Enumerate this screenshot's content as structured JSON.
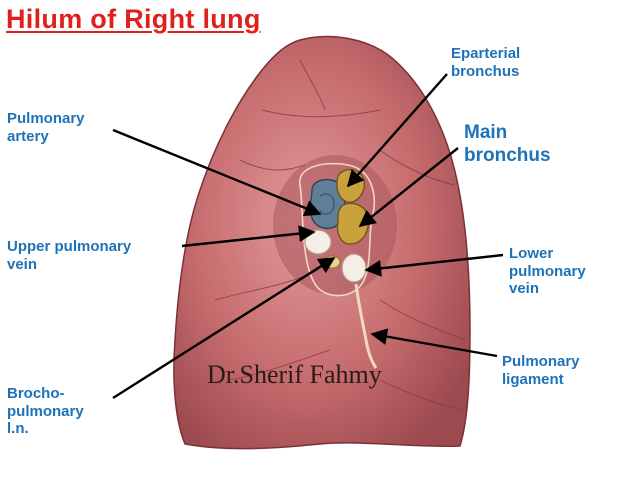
{
  "title": "Hilum of Right lung",
  "watermark": "Dr.Sherif Fahmy",
  "colors": {
    "title": "#e0201c",
    "labels": "#1e73b8",
    "lung_tissue": "#c46a6a",
    "pulmonary_artery": "#5f7e98",
    "bronchus": "#c9a23c",
    "vein": "#f4efe6"
  },
  "labels": {
    "eparterial_bronchus": [
      "Eparterial",
      "bronchus"
    ],
    "pulmonary_artery": [
      "Pulmonary",
      "artery"
    ],
    "main_bronchus": [
      "Main",
      "bronchus"
    ],
    "upper_pulmonary_vein": [
      "Upper pulmonary",
      "vein"
    ],
    "lower_pulmonary_vein": [
      "Lower",
      "pulmonary",
      "vein"
    ],
    "pulmonary_ligament": [
      "Pulmonary",
      "ligament"
    ],
    "bronchopulmonary_ln": [
      "Brocho-",
      "pulmonary",
      "l.n."
    ]
  }
}
